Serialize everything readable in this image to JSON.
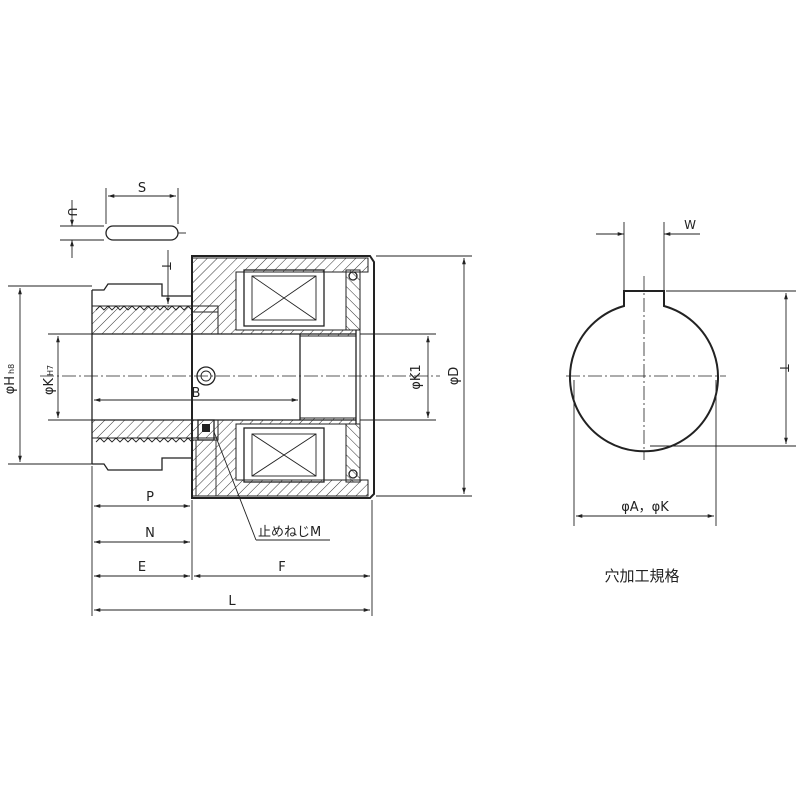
{
  "labels": {
    "S": "S",
    "U": "U",
    "T_top": "T",
    "H": "φH",
    "H_tol": "h8",
    "K": "φK",
    "K_tol": "H7",
    "B": "B",
    "K1": "φK1",
    "D": "φD",
    "setscrew": "止めねじM",
    "P": "P",
    "N": "N",
    "E": "E",
    "F": "F",
    "L": "L",
    "W": "W",
    "T_right": "T",
    "AK": "φA，φK",
    "caption": "穴加工規格"
  }
}
